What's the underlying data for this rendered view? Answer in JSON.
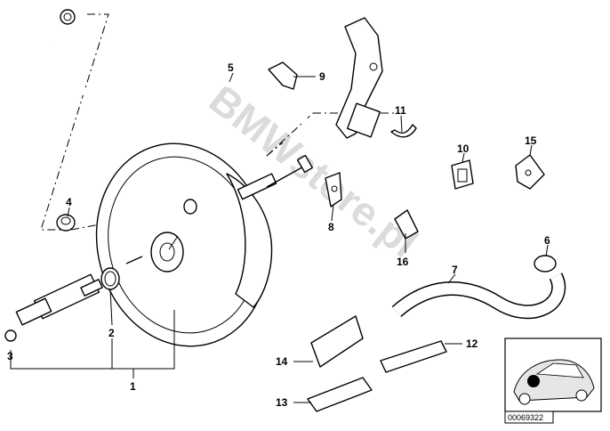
{
  "diagram": {
    "watermark": "BMWstore.pl",
    "image_code": "00069322",
    "callouts": [
      {
        "id": "1",
        "text": "1"
      },
      {
        "id": "2",
        "text": "2"
      },
      {
        "id": "3",
        "text": "3"
      },
      {
        "id": "4",
        "text": "4"
      },
      {
        "id": "5",
        "text": "5"
      },
      {
        "id": "6",
        "text": "6"
      },
      {
        "id": "7",
        "text": "7"
      },
      {
        "id": "8",
        "text": "8"
      },
      {
        "id": "9",
        "text": "9"
      },
      {
        "id": "10",
        "text": "10"
      },
      {
        "id": "11",
        "text": "11"
      },
      {
        "id": "12",
        "text": "12"
      },
      {
        "id": "13",
        "text": "13"
      },
      {
        "id": "14",
        "text": "14"
      },
      {
        "id": "15",
        "text": "15"
      },
      {
        "id": "16",
        "text": "16"
      }
    ]
  }
}
